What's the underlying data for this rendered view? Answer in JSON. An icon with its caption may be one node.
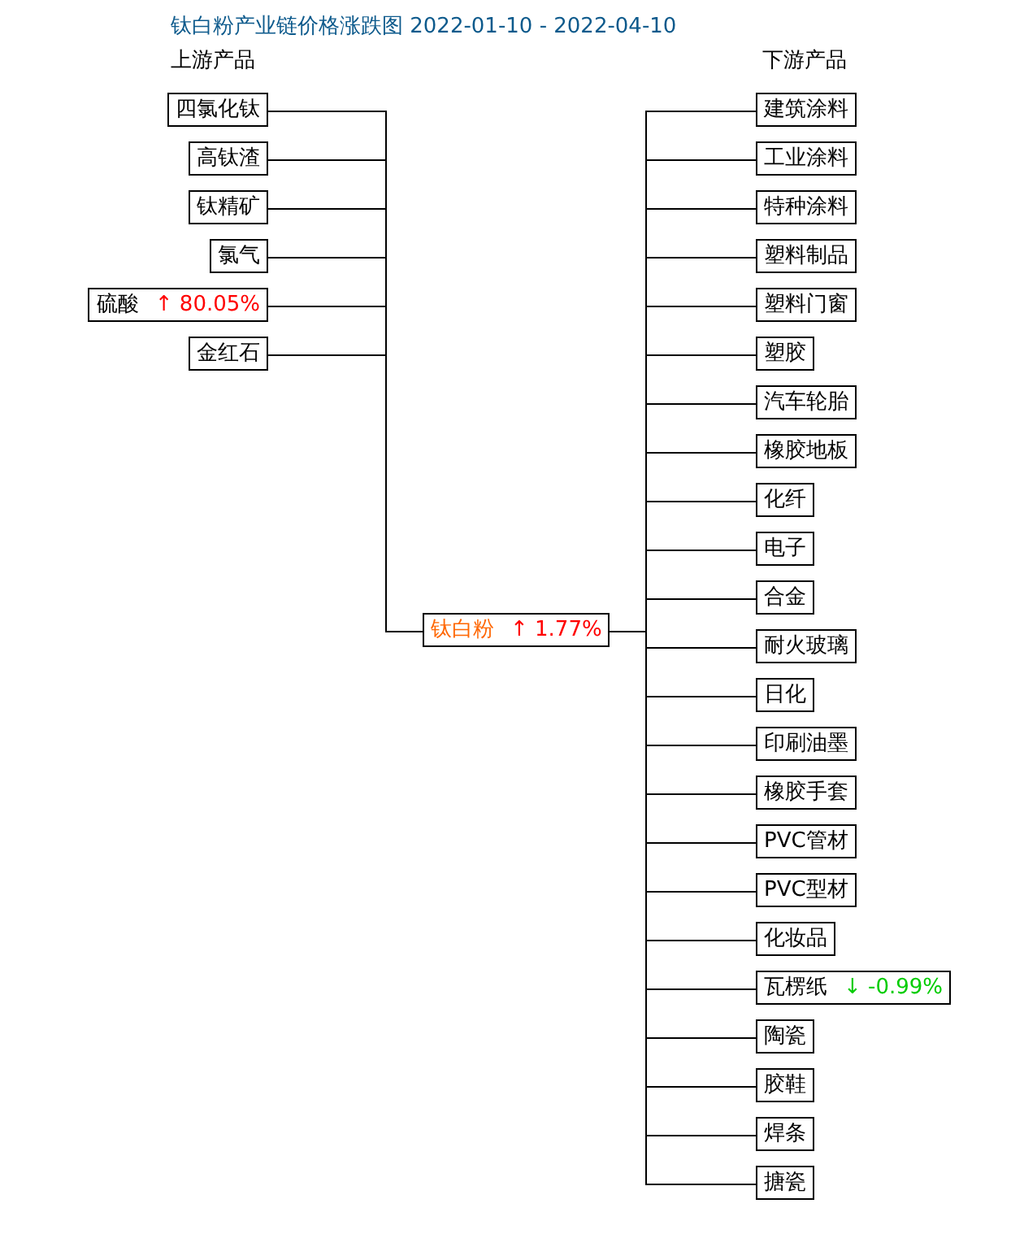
{
  "diagram": {
    "title": "钛白粉产业链价格涨跌图 2022-01-10 - 2022-04-10",
    "nodes": [
      {
        "text": [
          "四氯化钛"
        ]
      },
      {
        "text": [
          "高钛渣"
        ]
      },
      {
        "text": [
          "钛精矿"
        ]
      },
      {
        "text": [
          "氯气"
        ]
      },
      {
        "text": [
          "硫酸",
          "↑ 80.05%"
        ]
      },
      {
        "text": [
          "金红石"
        ]
      },
      {
        "text": [
          "钛白粉",
          "↑ 1.77%"
        ]
      },
      {
        "text": [
          "建筑涂料"
        ]
      },
      {
        "text": [
          "工业涂料"
        ]
      },
      {
        "text": [
          "特种涂料"
        ]
      },
      {
        "text": [
          "塑料制品"
        ]
      },
      {
        "text": [
          "塑料门窗"
        ]
      },
      {
        "text": [
          "塑胶"
        ]
      },
      {
        "text": [
          "汽车轮胎"
        ]
      },
      {
        "text": [
          "橡胶地板"
        ]
      },
      {
        "text": [
          "化纤"
        ]
      },
      {
        "text": [
          "电子"
        ]
      },
      {
        "text": [
          "合金"
        ]
      },
      {
        "text": [
          "耐火玻璃"
        ]
      },
      {
        "text": [
          "日化"
        ]
      },
      {
        "text": [
          "印刷油墨"
        ]
      },
      {
        "text": [
          "橡胶手套"
        ]
      },
      {
        "text": [
          "PVC管材"
        ]
      },
      {
        "text": [
          "PVC型材"
        ]
      },
      {
        "text": [
          "化妆品"
        ]
      },
      {
        "text": [
          "瓦楞纸",
          "↓ -0.99%"
        ]
      },
      {
        "text": [
          "陶瓷"
        ]
      },
      {
        "text": [
          "胶鞋"
        ]
      },
      {
        "text": [
          "焊条"
        ]
      },
      {
        "text": [
          "搪瓷"
        ]
      }
    ],
    "edges": [
      {
        "from": 0,
        "to": 6,
        "arrow": "none"
      },
      {
        "from": 1,
        "to": 6,
        "arrow": "none"
      },
      {
        "from": 2,
        "to": 6,
        "arrow": "none"
      },
      {
        "from": 3,
        "to": 6,
        "arrow": "none"
      },
      {
        "from": 4,
        "to": 6,
        "arrow": "none"
      },
      {
        "from": 5,
        "to": 6,
        "arrow": "none"
      },
      {
        "from": 6,
        "to": 7,
        "arrow": "none"
      },
      {
        "from": 6,
        "to": 8,
        "arrow": "none"
      },
      {
        "from": 6,
        "to": 9,
        "arrow": "none"
      },
      {
        "from": 6,
        "to": 10,
        "arrow": "none"
      },
      {
        "from": 6,
        "to": 11,
        "arrow": "none"
      },
      {
        "from": 6,
        "to": 12,
        "arrow": "none"
      },
      {
        "from": 6,
        "to": 13,
        "arrow": "none"
      },
      {
        "from": 6,
        "to": 14,
        "arrow": "none"
      },
      {
        "from": 6,
        "to": 15,
        "arrow": "none"
      },
      {
        "from": 6,
        "to": 16,
        "arrow": "none"
      },
      {
        "from": 6,
        "to": 17,
        "arrow": "none"
      },
      {
        "from": 6,
        "to": 18,
        "arrow": "none"
      },
      {
        "from": 6,
        "to": 19,
        "arrow": "none"
      },
      {
        "from": 6,
        "to": 20,
        "arrow": "none"
      },
      {
        "from": 6,
        "to": 21,
        "arrow": "none"
      },
      {
        "from": 6,
        "to": 22,
        "arrow": "none"
      },
      {
        "from": 6,
        "to": 23,
        "arrow": "none"
      },
      {
        "from": 6,
        "to": 24,
        "arrow": "none"
      },
      {
        "from": 6,
        "to": 25,
        "arrow": "none"
      },
      {
        "from": 6,
        "to": 26,
        "arrow": "none"
      },
      {
        "from": 6,
        "to": 27,
        "arrow": "none"
      },
      {
        "from": 6,
        "to": 28,
        "arrow": "none"
      },
      {
        "from": 6,
        "to": 29,
        "arrow": "none"
      }
    ],
    "labels": [
      "上游产品",
      "下游产品"
    ]
  }
}
